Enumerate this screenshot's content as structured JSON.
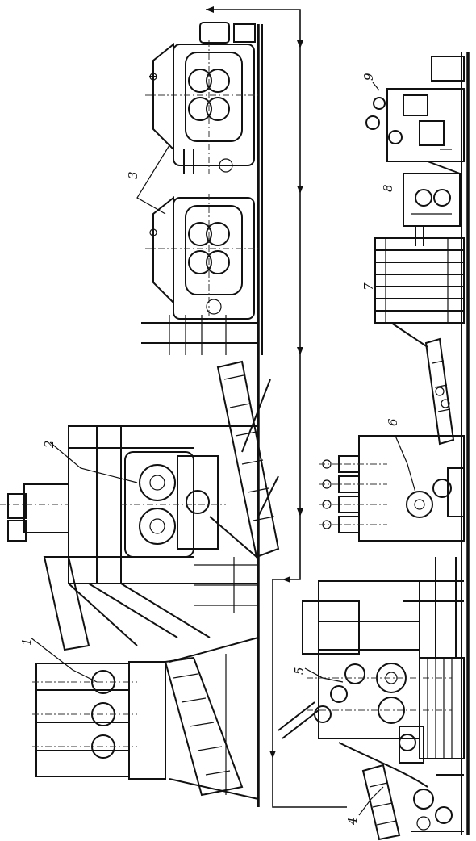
{
  "figure": {
    "callouts": [
      {
        "id": "c1",
        "text": "1"
      },
      {
        "id": "c2",
        "text": "2"
      },
      {
        "id": "c3",
        "text": "3"
      },
      {
        "id": "c4",
        "text": "4"
      },
      {
        "id": "c5",
        "text": "5"
      },
      {
        "id": "c6",
        "text": "6"
      },
      {
        "id": "c7",
        "text": "7"
      },
      {
        "id": "c8",
        "text": "8"
      },
      {
        "id": "c9",
        "text": "9"
      }
    ]
  },
  "colors": {
    "ink": "#111111",
    "paper": "#ffffff"
  }
}
